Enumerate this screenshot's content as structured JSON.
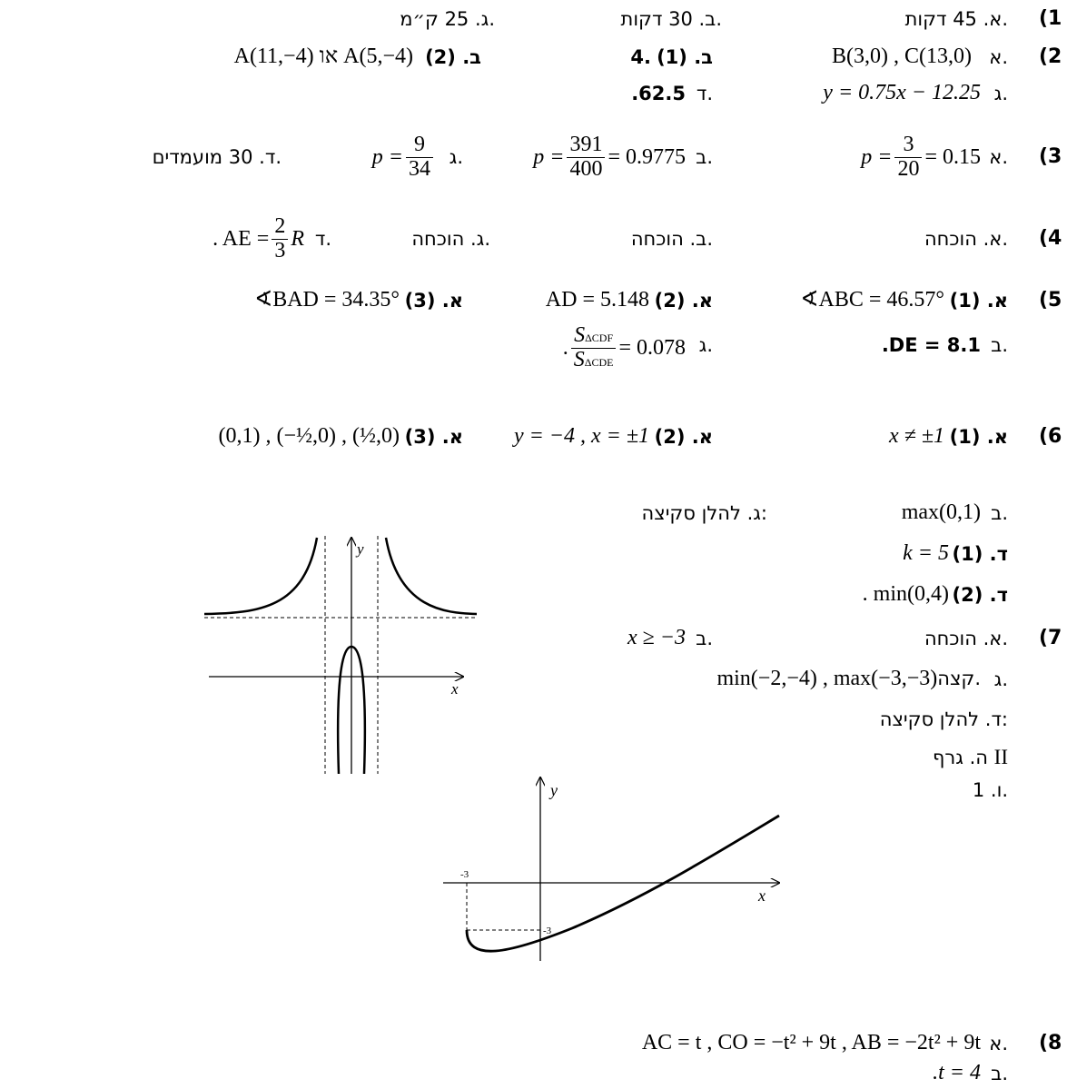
{
  "q1": {
    "num": "(1",
    "a": "א. 45 דקות.",
    "b": "ב. 30 דקות.",
    "c": "ג. 25 ק״מ."
  },
  "q2": {
    "num": "(2",
    "a_label": "א.",
    "a_val": "B(3,0) , C(13,0)",
    "b1_label": "ב. (1)",
    "b1_val": "4.",
    "b2_label": "ב. (2)",
    "b2_val": "A(11,−4) או A(5,−4)",
    "c_label": "ג.",
    "c_val": "y = 0.75x − 12.25",
    "d_label": "ד.",
    "d_val": ".62.5"
  },
  "q3": {
    "num": "(3",
    "a_label": "א.",
    "a_lhs": "p =",
    "a_n": "3",
    "a_d": "20",
    "a_rhs": "= 0.15",
    "b_label": "ב.",
    "b_lhs": "p =",
    "b_n": "391",
    "b_d": "400",
    "b_rhs": "= 0.9775",
    "c_label": "ג.",
    "c_lhs": "p =",
    "c_n": "9",
    "c_d": "34",
    "d": "ד. 30 מועמדים."
  },
  "q4": {
    "num": "(4",
    "a": "א. הוכחה.",
    "b": "ב. הוכחה.",
    "c": "ג. הוכחה.",
    "d_label": "ד.",
    "d_lhs": ". AE =",
    "d_n": "2",
    "d_d": "3",
    "d_rhs": "R"
  },
  "q5": {
    "num": "(5",
    "a1_label": "א. (1)",
    "a1_val": "∢ABC = 46.57°",
    "a2_label": "א. (2)",
    "a2_val": "AD = 5.148",
    "a3_label": "א. (3)",
    "a3_val": "∢BAD = 34.35°",
    "b_label": "ב.",
    "b_val": ".DE = 8.1",
    "c_label": "ג.",
    "c_n": "S",
    "c_n_sub": "ΔCDF",
    "c_d": "S",
    "c_d_sub": "ΔCDE",
    "c_rhs": "= 0.078"
  },
  "q6": {
    "num": "(6",
    "a1_label": "א. (1)",
    "a1_val": "x ≠ ±1",
    "a2_label": "א. (2)",
    "a2_val": "y = −4 , x = ±1",
    "a3_label": "א. (3)",
    "a3_val": "(0,1) , (−½,0) , (½,0)",
    "b_label": "ב.",
    "b_val": "max(0,1)",
    "c": "ג. להלן סקיצה:",
    "d1_label": "ד. (1)",
    "d1_val": "k = 5",
    "d2_label": "ד. (2)",
    "d2_val": ". min(0,4)"
  },
  "q7": {
    "num": "(7",
    "a": "א. הוכחה.",
    "b_label": "ב.",
    "b_val": "x ≥ −3",
    "c_label": "ג.",
    "c_val": "min(−2,−4) , max(−3,−3)",
    "c_suffix": "קצה.",
    "d": "ד. להלן סקיצה:",
    "e_label": "ה. גרף",
    "e_val": "II",
    "f": "ו. 1."
  },
  "q8": {
    "num": "(8",
    "a_label": "א.",
    "a_val": "AC = t , CO = −t² + 9t , AB = −2t² + 9t",
    "b_label": "ב.",
    "b_val": ".t = 4"
  },
  "graph1": {
    "x_axis_label": "x",
    "y_axis_label": "y"
  },
  "graph2": {
    "x_axis_label": "x",
    "y_axis_label": "y",
    "tick_x": "-3",
    "tick_y": "-3"
  }
}
